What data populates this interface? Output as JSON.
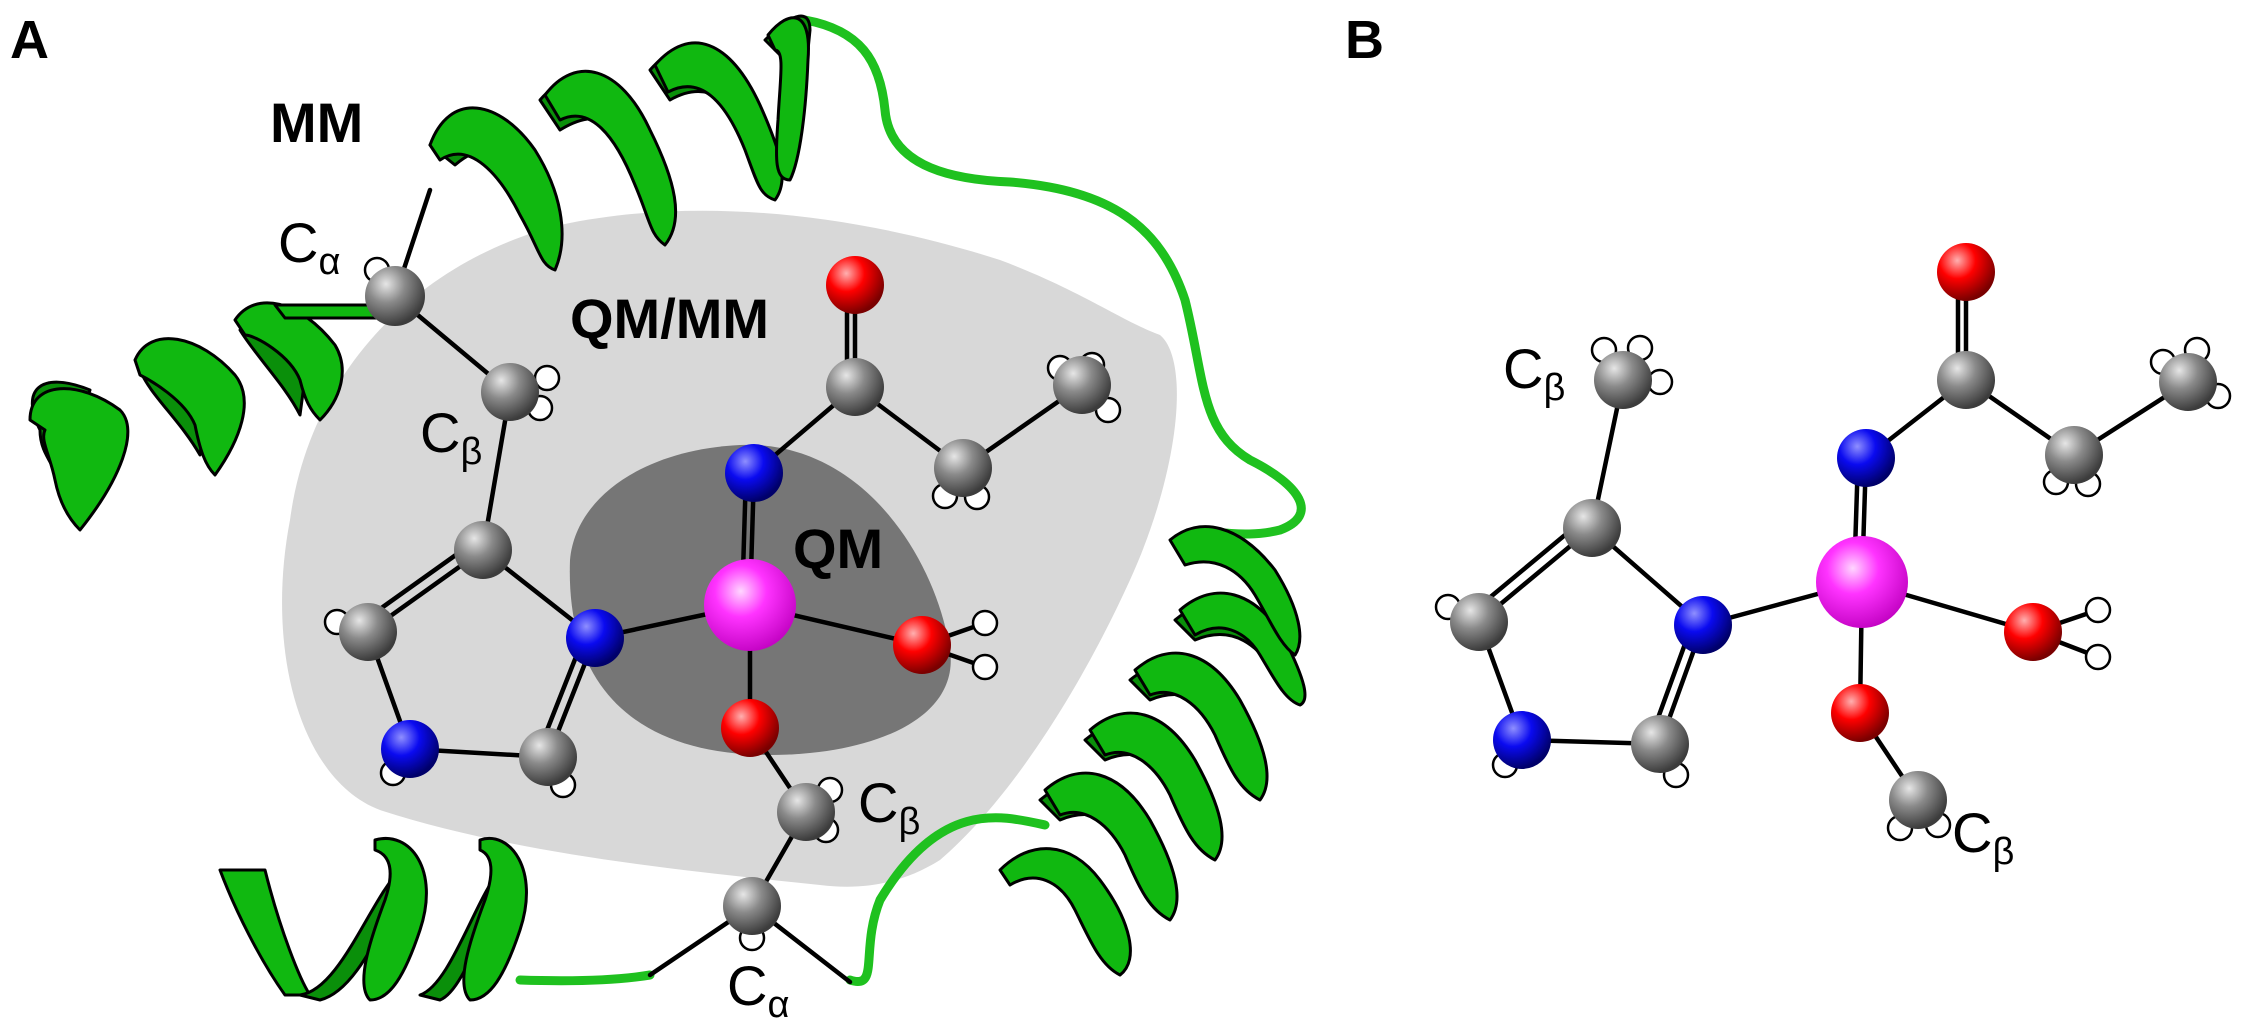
{
  "panels": {
    "a": {
      "letter": "A"
    },
    "b": {
      "letter": "B"
    }
  },
  "regions": {
    "mm": "MM",
    "qmmm": "QM/MM",
    "qm": "QM"
  },
  "atom_labels": {
    "c_alpha_main": "C",
    "c_alpha_sub": "α",
    "c_beta_main": "C",
    "c_beta_sub": "β"
  },
  "colors": {
    "metal": "#ff00ff",
    "nitrogen": "#0000ee",
    "oxygen": "#ee0000",
    "carbon": "#808080",
    "hydrogen": "#ffffff",
    "helix": "#10b810",
    "loop": "#1fc11f",
    "qmmm_region": "#d8d8d8",
    "qm_region": "#767676"
  }
}
